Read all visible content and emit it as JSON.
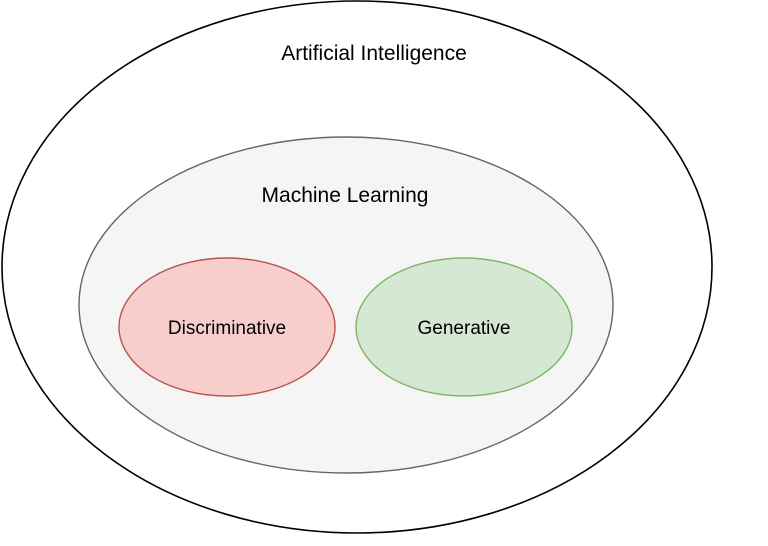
{
  "diagram": {
    "type": "nested-venn",
    "outer": {
      "label": "Artificial Intelligence",
      "fill": "#ffffff",
      "stroke": "#000000"
    },
    "middle": {
      "label": "Machine Learning",
      "fill": "#f5f5f5",
      "stroke": "#666666"
    },
    "inner": [
      {
        "label": "Discriminative",
        "fill": "#f8cecc",
        "stroke": "#b85450"
      },
      {
        "label": "Generative",
        "fill": "#d5e8d4",
        "stroke": "#82b366"
      }
    ]
  }
}
